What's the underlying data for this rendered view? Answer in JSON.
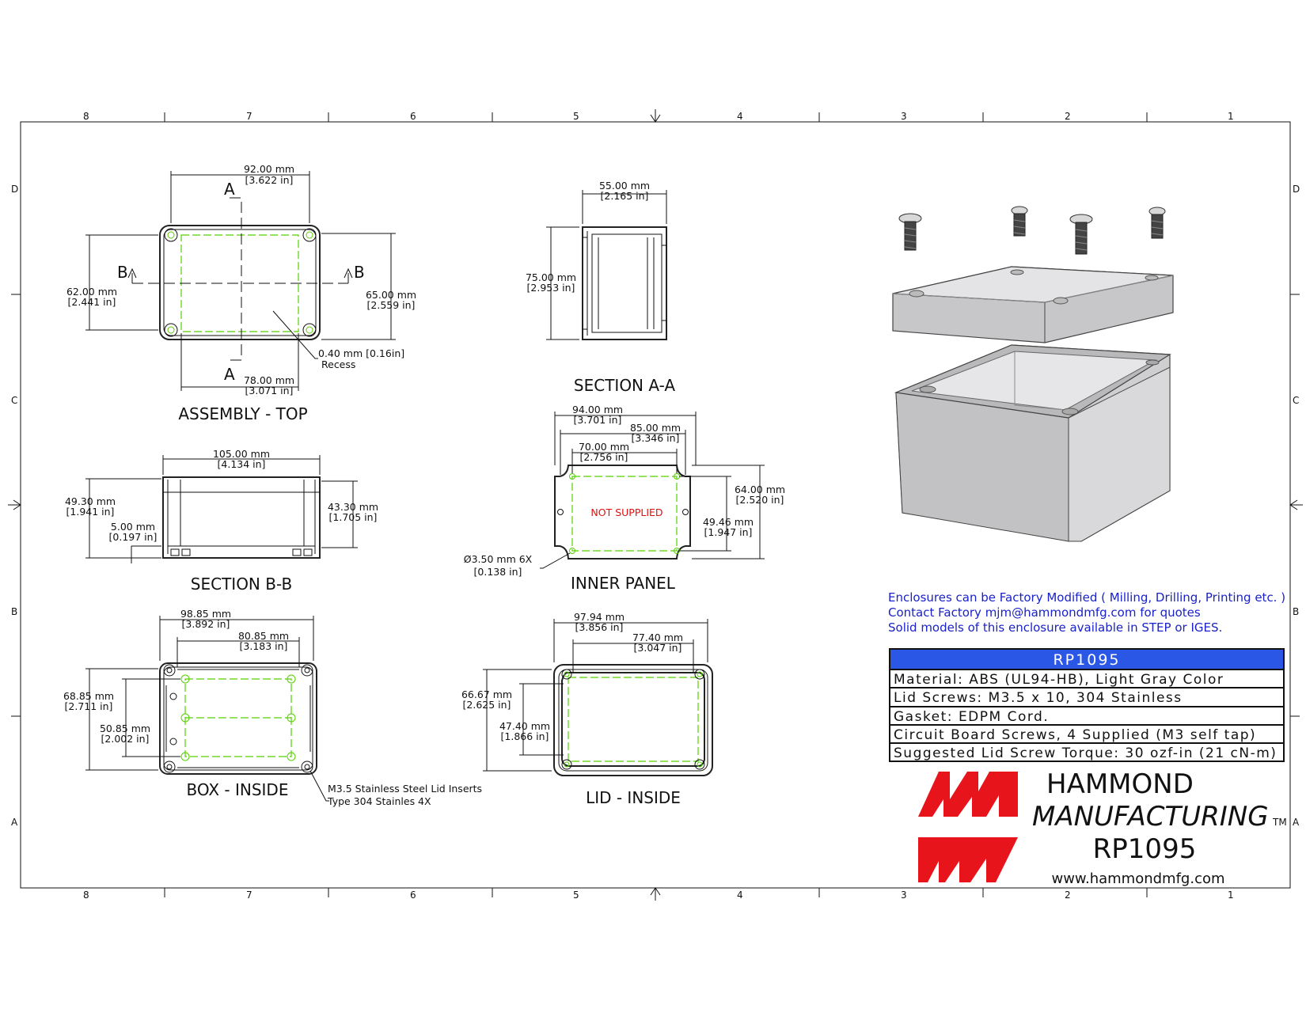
{
  "zones": {
    "top": [
      "8",
      "7",
      "6",
      "5",
      "4",
      "3",
      "2",
      "1"
    ],
    "side": [
      "D",
      "C",
      "B",
      "A"
    ]
  },
  "views": {
    "assembly_top": {
      "title": "ASSEMBLY - TOP",
      "dim_width": [
        "92.00 mm",
        "[3.622 in]"
      ],
      "dim_height_left": [
        "62.00 mm",
        "[2.441 in]"
      ],
      "dim_height_right": [
        "65.00 mm",
        "[2.559 in]"
      ],
      "dim_inner": [
        "78.00 mm",
        "[3.071 in]"
      ],
      "recess": [
        "0.40 mm [0.16in]",
        "Recess"
      ],
      "label_a": "A",
      "label_b": "B"
    },
    "section_aa": {
      "title": "SECTION  A-A",
      "dim_width": [
        "55.00 mm",
        "[2.165 in]"
      ],
      "dim_height": [
        "75.00 mm",
        "[2.953 in]"
      ]
    },
    "section_bb": {
      "title": "SECTION  B-B",
      "dim_width": [
        "105.00 mm",
        "[4.134 in]"
      ],
      "dim_height_left": [
        "49.30 mm",
        "[1.941 in]"
      ],
      "dim_wall": [
        "5.00 mm",
        "[0.197 in]"
      ],
      "dim_height_right": [
        "43.30 mm",
        "[1.705 in]"
      ]
    },
    "inner_panel": {
      "title": "INNER PANEL",
      "not_supplied": "NOT SUPPLIED",
      "dim_w1": [
        "94.00 mm",
        "[3.701 in]"
      ],
      "dim_w2": [
        "85.00 mm",
        "[3.346 in]"
      ],
      "dim_w3": [
        "70.00 mm",
        "[2.756 in]"
      ],
      "dim_h1": [
        "64.00 mm",
        "[2.520 in]"
      ],
      "dim_h2": [
        "49.46 mm",
        "[1.947 in]"
      ],
      "dim_hole": [
        "Ø3.50 mm  6X",
        "[0.138 in]"
      ]
    },
    "box_inside": {
      "title": "BOX - INSIDE",
      "dim_w1": [
        "98.85 mm",
        "[3.892 in]"
      ],
      "dim_w2": [
        "80.85 mm",
        "[3.183 in]"
      ],
      "dim_h1": [
        "68.85 mm",
        "[2.711 in]"
      ],
      "dim_h2": [
        "50.85 mm",
        "[2.002 in]"
      ],
      "inserts": [
        "M3.5  Stainless Steel Lid Inserts",
        "Type 304 Stainles  4X"
      ]
    },
    "lid_inside": {
      "title": "LID - INSIDE",
      "dim_w1": [
        "97.94 mm",
        "[3.856 in]"
      ],
      "dim_w2": [
        "77.40 mm",
        "[3.047 in]"
      ],
      "dim_h1": [
        "66.67 mm",
        "[2.625 in]"
      ],
      "dim_h2": [
        "47.40 mm",
        "[1.866 in]"
      ]
    }
  },
  "notes": [
    "Enclosures can be Factory Modified ( Milling, Drilling, Printing etc. )",
    "Contact Factory mjm@hammondmfg.com for quotes",
    "Solid models of this enclosure available in STEP or IGES."
  ],
  "spec_table": {
    "header": "RP1095",
    "header_color": "#2b57e6",
    "rows": [
      "Material: ABS (UL94-HB),  Light Gray Color",
      "Lid Screws: M3.5 x 10,  304 Stainless",
      "Gasket: EDPM Cord.",
      "Circuit Board Screws, 4 Supplied (M3 self tap)",
      "Suggested Lid Screw Torque: 30 ozf-in (21 cN-m)"
    ]
  },
  "brand": {
    "line1": "HAMMOND",
    "line2": "MANUFACTURING",
    "tm": "TM",
    "part_number": "RP1095",
    "url": "www.hammondmfg.com",
    "logo_color": "#e8141c"
  }
}
